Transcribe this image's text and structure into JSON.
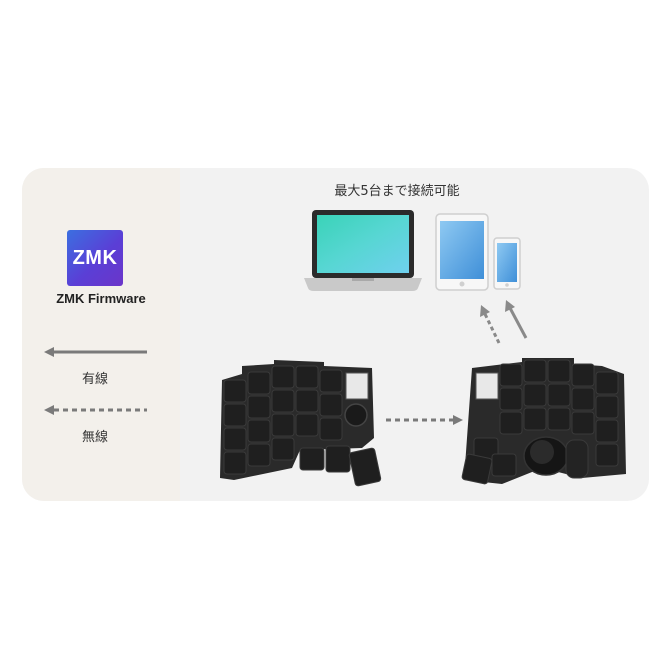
{
  "firmware": {
    "logo_text": "ZMK",
    "name": "ZMK Firmware"
  },
  "legend": {
    "wired_label": "有線",
    "wireless_label": "無線"
  },
  "devices": {
    "title": "最大5台まで接続可能",
    "items": [
      "laptop",
      "tablet",
      "smartphone"
    ]
  },
  "keyboard": {
    "left_half": "left-keyboard-half",
    "right_half": "right-keyboard-half-with-trackball"
  },
  "colors": {
    "left_panel": "#f3f0eb",
    "card": "#f2f2f2",
    "arrow": "#7a7a7a",
    "logo_start": "#3b6fe0",
    "logo_end": "#6b35c9"
  }
}
